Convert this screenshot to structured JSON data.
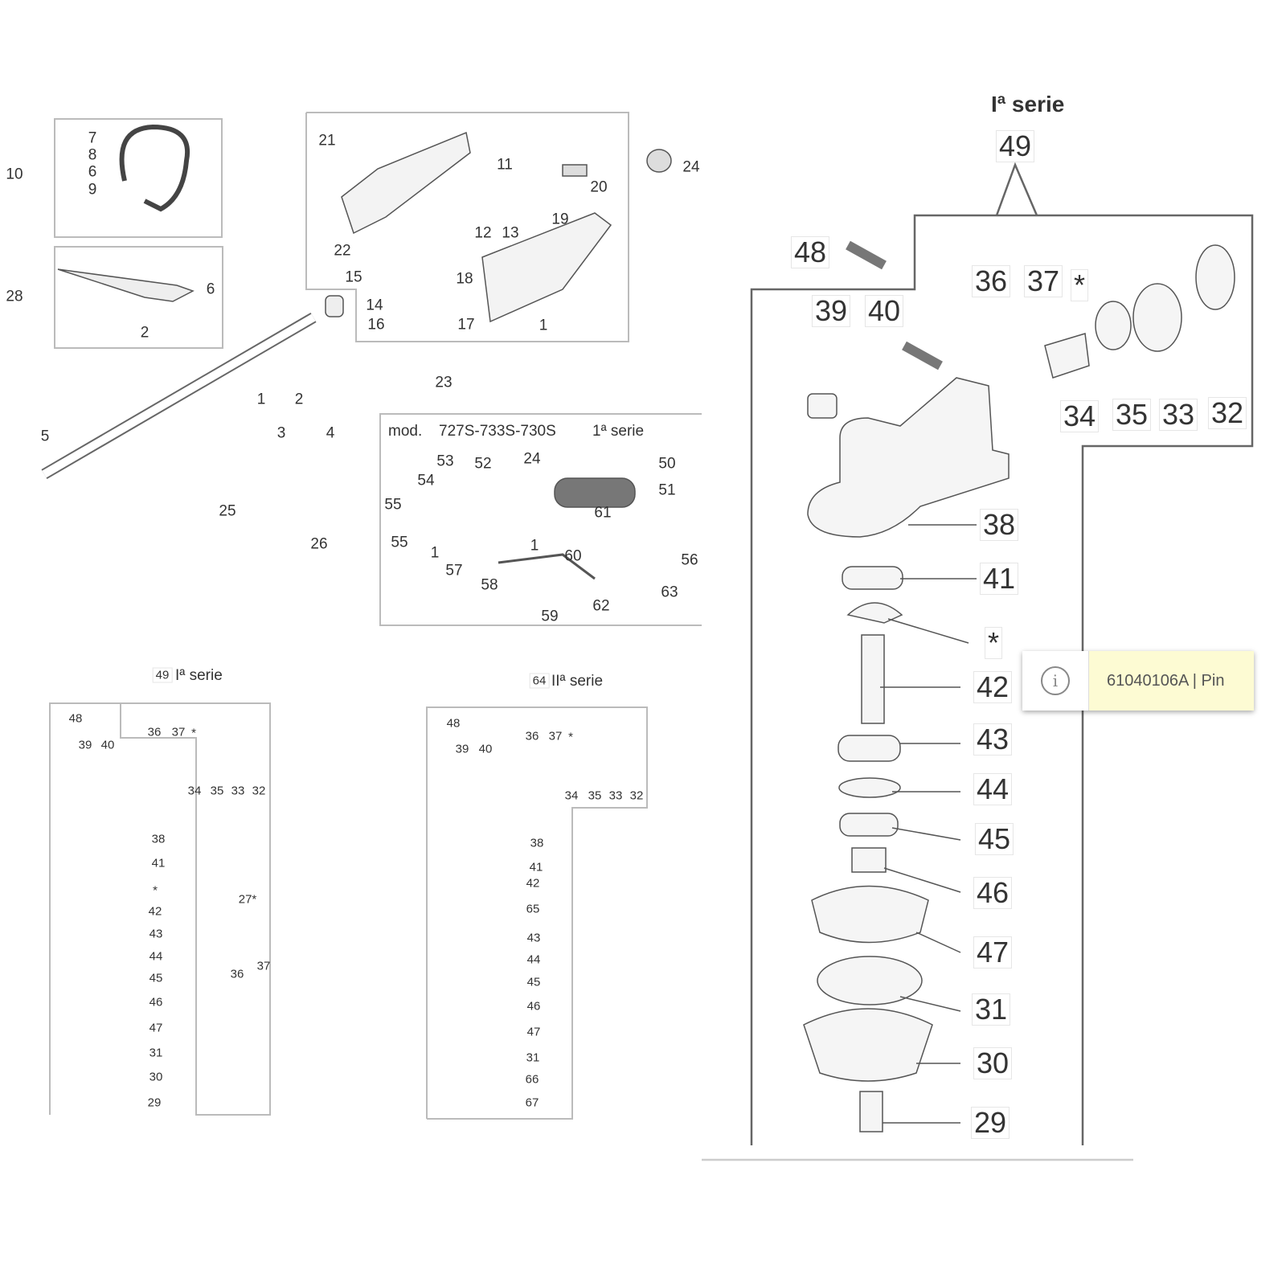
{
  "diagram": {
    "top_left_box": [
      "7",
      "8",
      "6",
      "9",
      "10"
    ],
    "handle_box": [
      "28",
      "6",
      "2"
    ],
    "shaft": [
      "5",
      "1",
      "2",
      "3",
      "4",
      "25",
      "26"
    ],
    "handle_assembly_box": [
      "21",
      "11",
      "20",
      "19",
      "12",
      "13",
      "22",
      "15",
      "18",
      "14",
      "16",
      "17",
      "1",
      "23",
      "24"
    ],
    "mod_box": {
      "title_mod": "mod.",
      "title_models": "727S-733S-730S",
      "title_series": "1ª serie",
      "callouts": [
        "53",
        "52",
        "24",
        "50",
        "54",
        "51",
        "55",
        "61",
        "55",
        "1",
        "1",
        "60",
        "56",
        "57",
        "58",
        "62",
        "63",
        "59"
      ]
    },
    "series1_small": {
      "number": "49",
      "series": "Iª serie",
      "callouts": [
        "48",
        "36",
        "37",
        "*",
        "39",
        "40",
        "32",
        "33",
        "35",
        "34",
        "38",
        "41",
        "*",
        "42",
        "43",
        "44",
        "45",
        "46",
        "47",
        "31",
        "30",
        "29",
        "27*",
        "36",
        "37"
      ]
    },
    "series2_small": {
      "number": "64",
      "series": "IIª serie",
      "callouts": [
        "48",
        "36",
        "37",
        "*",
        "39",
        "40",
        "34",
        "35",
        "33",
        "32",
        "38",
        "41",
        "42",
        "65",
        "43",
        "44",
        "45",
        "46",
        "47",
        "31",
        "66",
        "67"
      ]
    },
    "series1_large": {
      "series": "Iª serie",
      "callouts": [
        "49",
        "48",
        "36",
        "37",
        "*",
        "39",
        "40",
        "34",
        "35",
        "33",
        "32",
        "38",
        "41",
        "*",
        "42",
        "43",
        "44",
        "45",
        "46",
        "47",
        "31",
        "30",
        "29"
      ]
    },
    "highlight_color": "#f4b183"
  },
  "tooltip": {
    "icon": "info-icon",
    "text": "61040106A | Pin"
  }
}
